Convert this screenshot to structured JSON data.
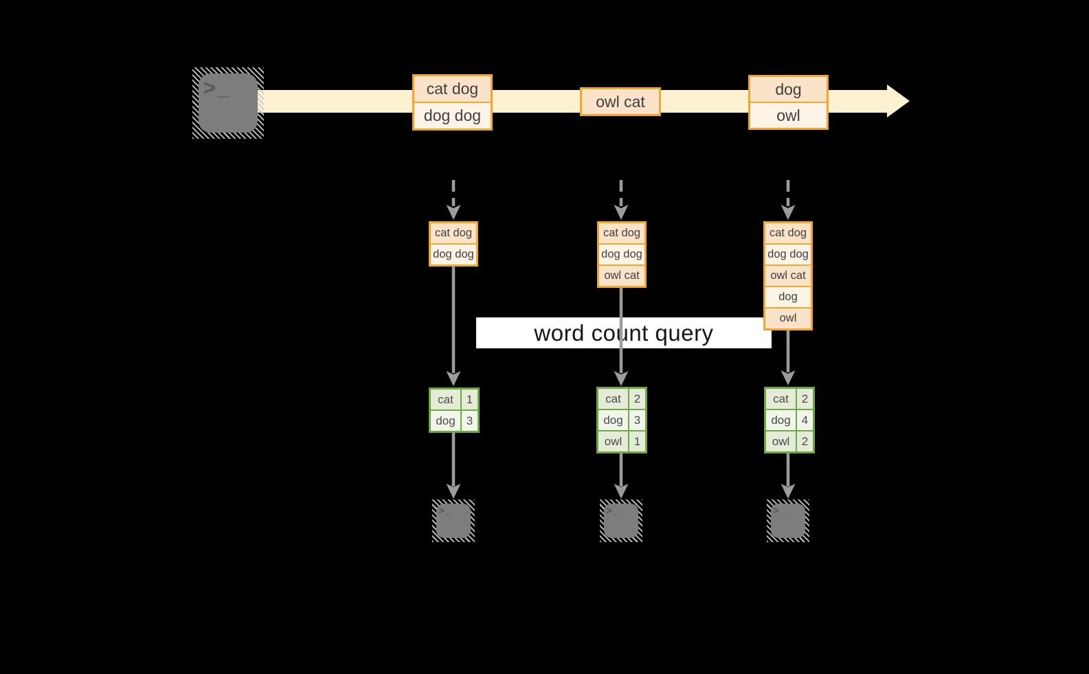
{
  "query": {
    "label": "word count query"
  },
  "terminal": {
    "chevron": ">",
    "cursor": "_"
  },
  "stream": {
    "events": [
      {
        "rows": [
          "cat dog",
          "dog dog"
        ]
      },
      {
        "rows": [
          "owl cat"
        ]
      },
      {
        "rows": [
          "dog",
          "owl"
        ]
      }
    ]
  },
  "columns": [
    {
      "batch": [
        "cat dog",
        "dog dog"
      ],
      "counts": [
        {
          "word": "cat",
          "count": "1"
        },
        {
          "word": "dog",
          "count": "3"
        }
      ]
    },
    {
      "batch": [
        "cat dog",
        "dog dog",
        "owl cat"
      ],
      "counts": [
        {
          "word": "cat",
          "count": "2"
        },
        {
          "word": "dog",
          "count": "3"
        },
        {
          "word": "owl",
          "count": "1"
        }
      ]
    },
    {
      "batch": [
        "cat dog",
        "dog dog",
        "owl cat",
        "dog",
        "owl"
      ],
      "counts": [
        {
          "word": "cat",
          "count": "2"
        },
        {
          "word": "dog",
          "count": "4"
        },
        {
          "word": "owl",
          "count": "2"
        }
      ]
    }
  ],
  "colors": {
    "background": "#000000",
    "stream_arrow": "#FCF2D2",
    "box_border_orange": "#F0A72B",
    "box_fill_peach": "#FAE3C8",
    "box_fill_cream": "#FDF4E7",
    "table_border_green": "#6FA945",
    "table_cell_green": "#E4ECD7",
    "table_cell_light": "#F1F5EA",
    "flow_arrow_gray": "#9C9C9C",
    "terminal_gray": "#7D7D7D",
    "query_band_bg": "#FFFFFF"
  }
}
